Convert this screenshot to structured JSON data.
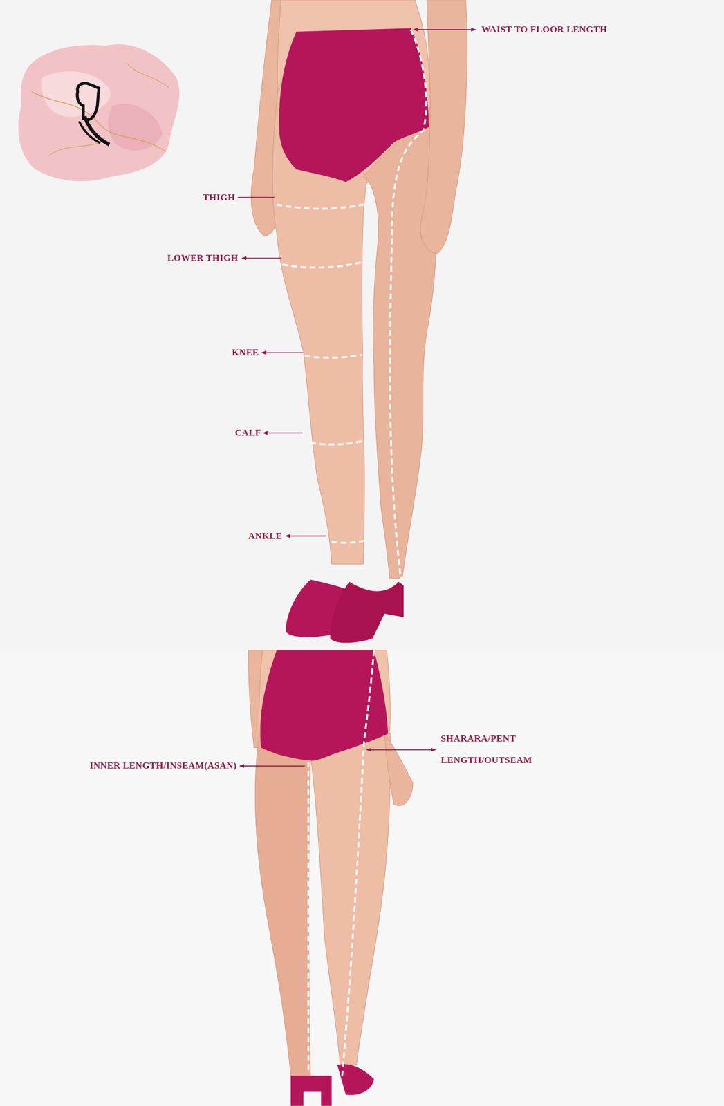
{
  "diagram": {
    "labels": [
      "WAIST TO FLOOR LENGTH",
      "THIGH",
      "LOWER THIGH",
      "KNEE",
      "CALF",
      "ANKLE",
      "INNER LENGTH/INSEAM(ASAN)",
      "SHARARA/PENT LENGTH/OUTSEAM"
    ]
  }
}
